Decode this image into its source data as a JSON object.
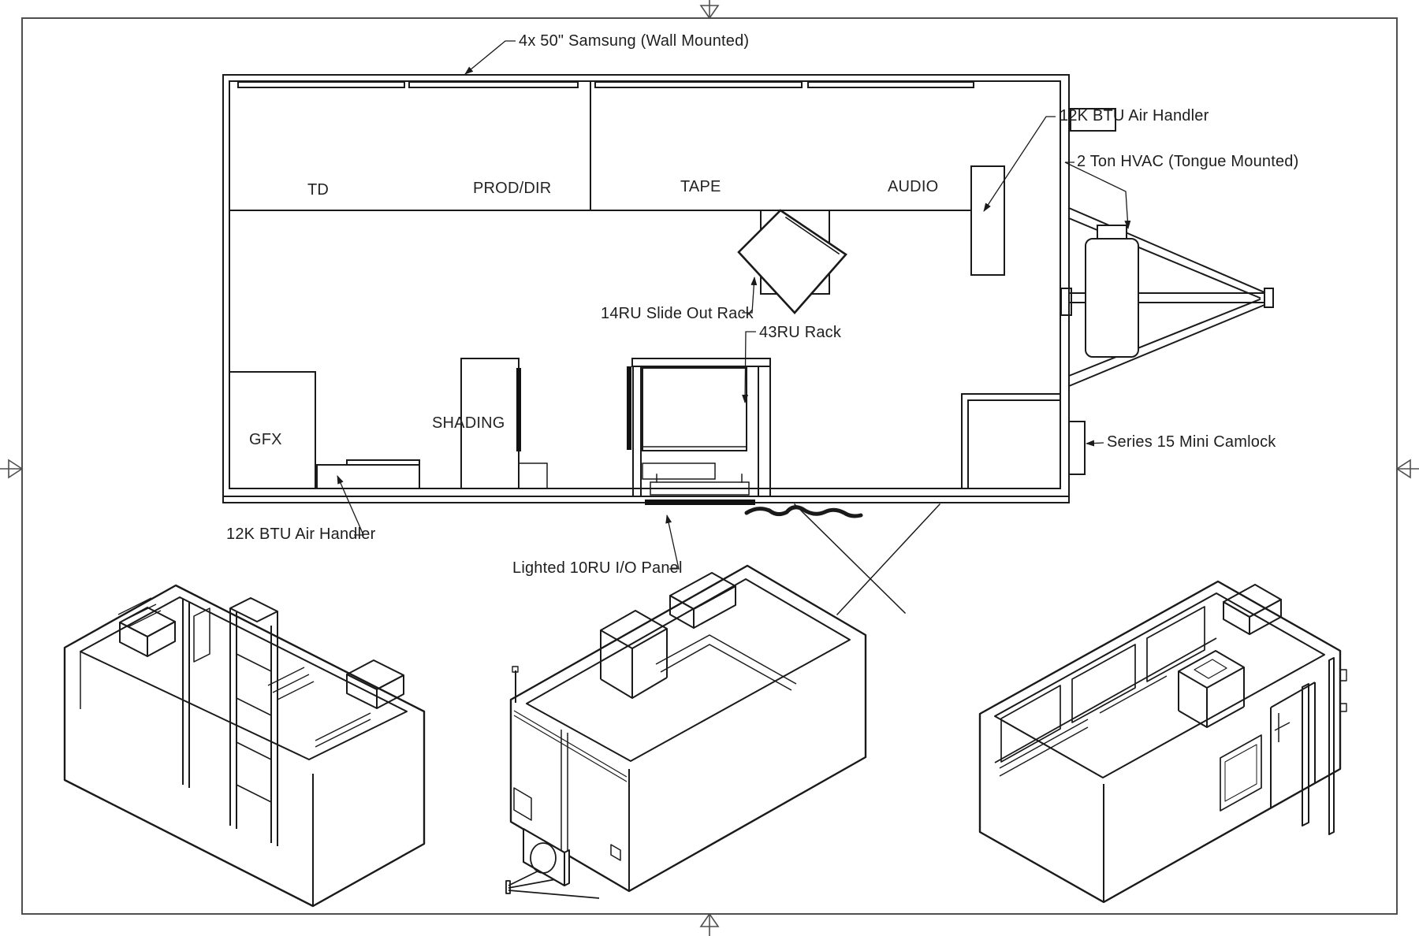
{
  "document": {
    "type": "CAD line drawing",
    "title_implicit": "Broadcast production trailer floor plan with three isometric views",
    "colors": {
      "background": "#ffffff",
      "linework": "#1a1a1a",
      "frame": "#4f4f4f"
    }
  },
  "plan": {
    "rooms": {
      "td": "TD",
      "prod_dir": "PROD/DIR",
      "tape": "TAPE",
      "audio": "AUDIO",
      "gfx": "GFX",
      "shading": "SHADING"
    },
    "annotations": {
      "samsung": "4x 50\" Samsung (Wall Mounted)",
      "air_handler_right": "12K BTU Air Handler",
      "hvac_tongue": "2 Ton HVAC (Tongue Mounted)",
      "slide_rack": "14RU Slide Out Rack",
      "rack_43": "43RU Rack",
      "air_handler_left": "12K BTU Air Handler",
      "io_panel": "Lighted 10RU I/O Panel",
      "camlock": "Series 15 Mini Camlock"
    }
  },
  "views": {
    "plan_view": "trailer floor plan",
    "iso_left": "isometric view - curb side front",
    "iso_middle": "isometric view - tongue end with HVAC",
    "iso_right": "isometric view - rear entry door side"
  }
}
